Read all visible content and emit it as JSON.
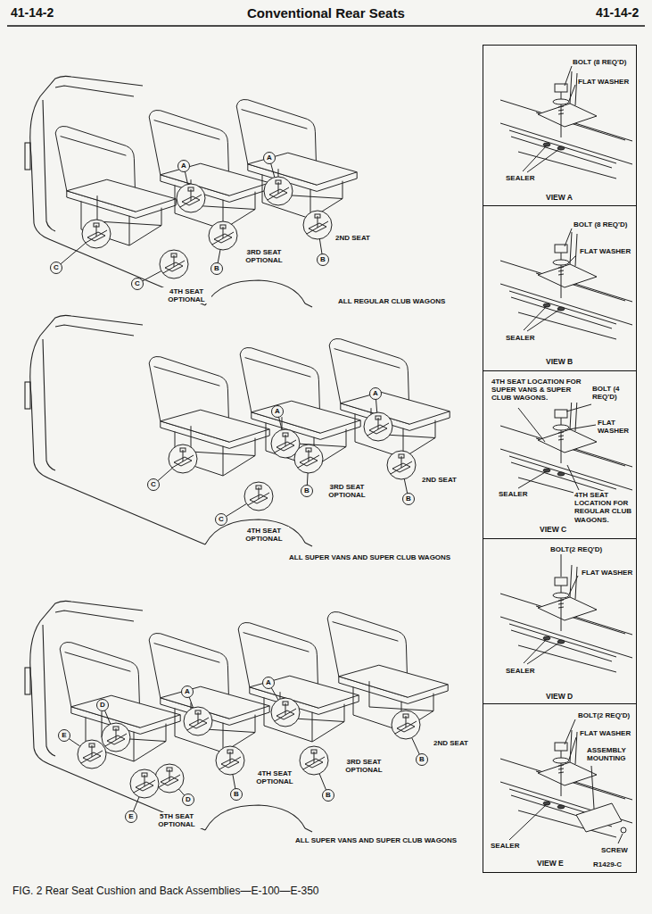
{
  "diagram": {
    "title": "Conventional Rear Seats",
    "caption": "FIG. 2 Rear Seat Cushion and Back Assemblies—E-100—E-350",
    "nodes": [
      {
        "text": [
          "BOLT (8 REQ'D)",
          "FLAT WASHER",
          "SEALER",
          "VIEW A"
        ]
      },
      {
        "text": [
          "BOLT (8 REQ'D)",
          "FLAT WASHER",
          "SEALER",
          "VIEW B"
        ]
      },
      {
        "text": [
          "4TH SEAT LOCATION FOR SUPER VANS & SUPER CLUB WAGONS.",
          "BOLT (4 REQ'D)",
          "FLAT WASHER",
          "SEALER",
          "4TH SEAT LOCATION FOR REGULAR CLUB WAGONS.",
          "VIEW C"
        ]
      },
      {
        "text": [
          "BOLT(2 REQ'D)",
          "FLAT WASHER",
          "SEALER",
          "VIEW D"
        ]
      },
      {
        "text": [
          "BOLT(2 REQ'D)",
          "FLAT WASHER",
          "ASSEMBLY MOUNTING",
          "SEALER",
          "SCREW",
          "VIEW E"
        ]
      }
    ],
    "labels": [
      "41-14-2",
      "41-14-2",
      "A",
      "A",
      "C",
      "C",
      "B",
      "B",
      "2ND SEAT",
      "3RD SEAT OPTIONAL",
      "4TH SEAT OPTIONAL",
      "ALL REGULAR CLUB WAGONS",
      "A",
      "A",
      "C",
      "C",
      "B",
      "B",
      "3RD SEAT OPTIONAL",
      "2ND SEAT",
      "4TH SEAT OPTIONAL",
      "ALL SUPER VANS AND SUPER CLUB WAGONS",
      "A",
      "A",
      "D",
      "E",
      "D",
      "E",
      "B",
      "B",
      "B",
      "2ND SEAT",
      "3RD SEAT OPTIONAL",
      "4TH SEAT OPTIONAL",
      "5TH SEAT OPTIONAL",
      "ALL SUPER VANS AND SUPER CLUB WAGONS",
      "R1429-C"
    ]
  }
}
